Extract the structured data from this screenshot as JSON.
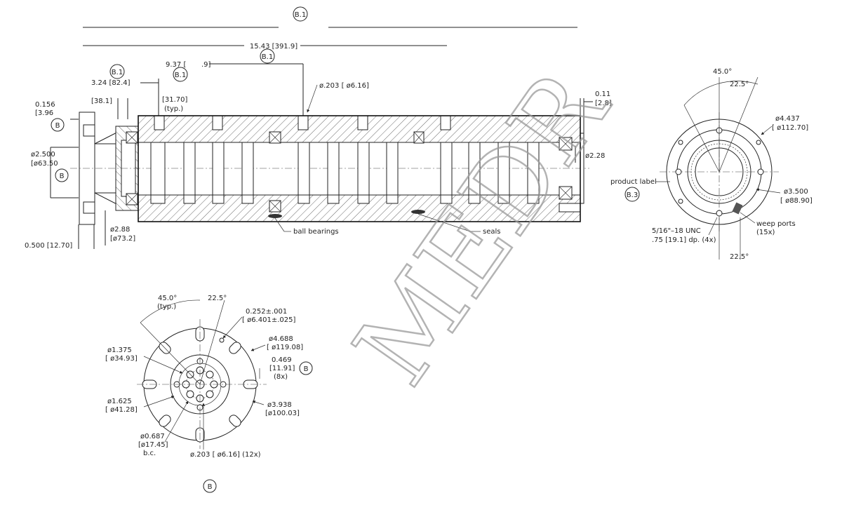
{
  "callouts": {
    "b1": "B.1",
    "b": "B",
    "b3": "B.3"
  },
  "dims": {
    "overall_length": "15.43 [391.9]",
    "d_937": "9.37 [",
    "d_937_tail": ".9]",
    "d_324": "3.24 [82.4]",
    "d_381": "[38.1]",
    "d_3170": "[31.70]",
    "typ": "(typ.)",
    "d_0156_a": "0.156",
    "d_0156_b": "[3.96",
    "d_2500_a": "ø2.500",
    "d_2500_b": "[ø63.50",
    "d_203": "ø.203 [ ø6.16]",
    "d_011_a": "0.11",
    "d_011_b": "[2.8]",
    "d_228": "ø2.28",
    "d_288_a": "ø2.88",
    "d_288_b": "[ø73.2]",
    "d_0500": "0.500  [12.70]"
  },
  "labels": {
    "ball_bearings": "ball bearings",
    "seals": "seals",
    "product_label": "product label",
    "weep_ports_a": "weep ports",
    "weep_ports_b": "(15x)"
  },
  "right_view": {
    "angle45": "45.0°",
    "angle225": "22.5°",
    "d4437_a": "ø4.437",
    "d4437_b": "[ ø112.70]",
    "d3500_a": "ø3.500",
    "d3500_b": "[ ø88.90]",
    "thread_a": "5/16\"–18 UNC",
    "thread_b": ".75 [19.1] dp. (4x)",
    "angle225_bottom": "22.5°"
  },
  "bottom_view": {
    "angle45": "45.0°",
    "typ": "(typ.)",
    "angle225": "22.5°",
    "d0252_a": "0.252±.001",
    "d0252_b": "[ ø6.401±.025]",
    "d4688_a": "ø4.688",
    "d4688_b": "[ ø119.08]",
    "d0469_a": "0.469",
    "d0469_b": "[11.91]",
    "d0469_c": "(8x)",
    "d3938_a": "ø3.938",
    "d3938_b": "[ø100.03]",
    "d1375_a": "ø1.375",
    "d1375_b": "[ ø34.93]",
    "d1625_a": "ø1.625",
    "d1625_b": "[ ø41.28]",
    "d0687_a": "ø0.687",
    "d0687_b": "[ø17.45]",
    "d0687_c": "b.c.",
    "d0203": "ø.203 [ ø6.16] (12x)"
  },
  "watermark": "MEDR"
}
